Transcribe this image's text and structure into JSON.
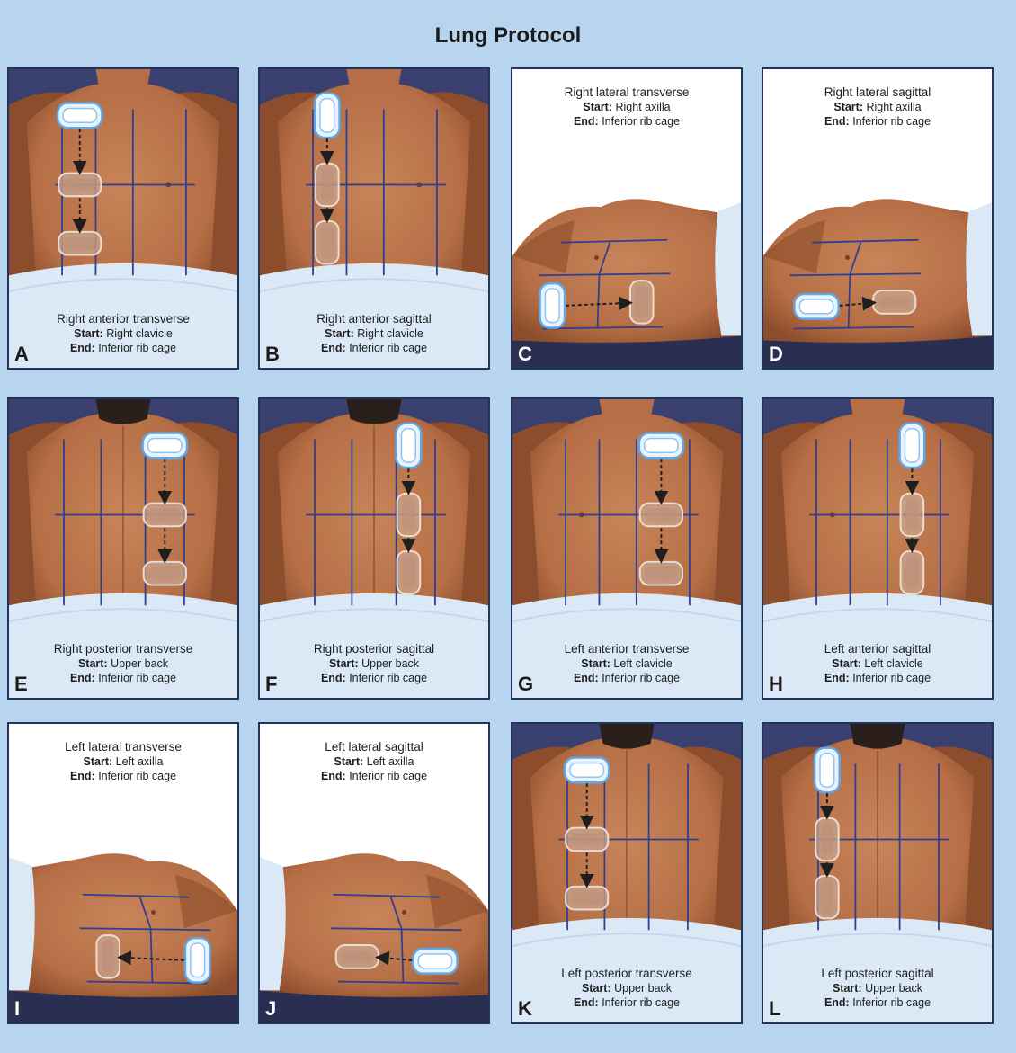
{
  "title": "Lung Protocol",
  "labels": {
    "start": "Start:",
    "end": "End:"
  },
  "panels": [
    {
      "letter": "A",
      "name": "Right anterior transverse",
      "start": "Right clavicle",
      "end": "Inferior rib cage"
    },
    {
      "letter": "B",
      "name": "Right anterior sagittal",
      "start": "Right clavicle",
      "end": "Inferior rib cage"
    },
    {
      "letter": "C",
      "name": "Right lateral transverse",
      "start": "Right axilla",
      "end": "Inferior rib cage"
    },
    {
      "letter": "D",
      "name": "Right lateral sagittal",
      "start": "Right axilla",
      "end": "Inferior rib cage"
    },
    {
      "letter": "E",
      "name": "Right posterior transverse",
      "start": "Upper back",
      "end": "Inferior rib cage"
    },
    {
      "letter": "F",
      "name": "Right posterior sagittal",
      "start": "Upper back",
      "end": "Inferior rib cage"
    },
    {
      "letter": "G",
      "name": "Left anterior transverse",
      "start": "Left clavicle",
      "end": "Inferior rib cage"
    },
    {
      "letter": "H",
      "name": "Left anterior sagittal",
      "start": "Left clavicle",
      "end": "Inferior rib cage"
    },
    {
      "letter": "I",
      "name": "Left lateral transverse",
      "start": "Left axilla",
      "end": "Inferior rib cage"
    },
    {
      "letter": "J",
      "name": "Left lateral sagittal",
      "start": "Left axilla",
      "end": "Inferior rib cage"
    },
    {
      "letter": "K",
      "name": "Left posterior transverse",
      "start": "Upper back",
      "end": "Inferior rib cage"
    },
    {
      "letter": "L",
      "name": "Left posterior sagittal",
      "start": "Upper back",
      "end": "Inferior rib cage"
    }
  ],
  "colors": {
    "background": "#b7d5ef",
    "skin": "#b56e45",
    "skin_shadow": "#8c4d2c",
    "sheet": "#dbe9f6",
    "table": "#2a2f52",
    "guide_lines": "#2f3f8f",
    "probe_active": "#5fa8e8",
    "probe_ghost": "#c9a48c",
    "border": "#26325e"
  }
}
